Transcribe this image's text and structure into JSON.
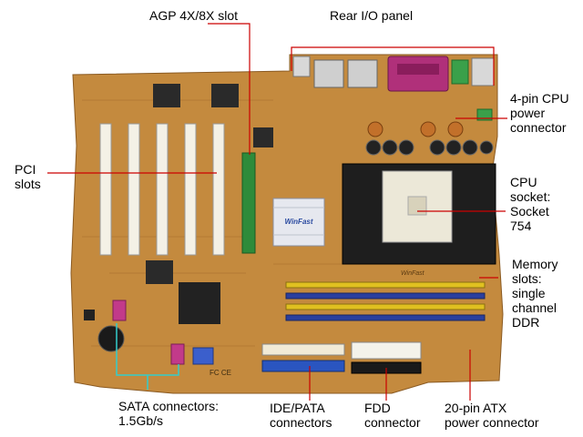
{
  "labels": {
    "agp": "AGP 4X/8X slot",
    "rear_io": "Rear I/O panel",
    "cpu_power": "4-pin CPU\npower\nconnector",
    "pci": "PCI\nslots",
    "cpu_socket": "CPU\nsocket:\nSocket\n754",
    "memory": "Memory\nslots:\nsingle\nchannel\nDDR",
    "sata": "SATA connectors:\n1.5Gb/s",
    "ide": "IDE/PATA\nconnectors",
    "fdd": "FDD\nconnector",
    "atx": "20-pin ATX\npower connector"
  },
  "board_marks": {
    "chipset": "WinFast",
    "silkscreen": "WinFast",
    "fcc": "FC CE"
  },
  "colors": {
    "pcb": "#c48a3e",
    "leader_line": "#cc0000",
    "sata_bracket": "#33cccc",
    "agp_slot": "#2e8b3a",
    "pci_slot": "#f4f1e6",
    "ddr_yellow": "#e0c020",
    "ddr_blue": "#2b3f9e",
    "ide_blue": "#2a55c0",
    "io_purple": "#b0307a"
  }
}
